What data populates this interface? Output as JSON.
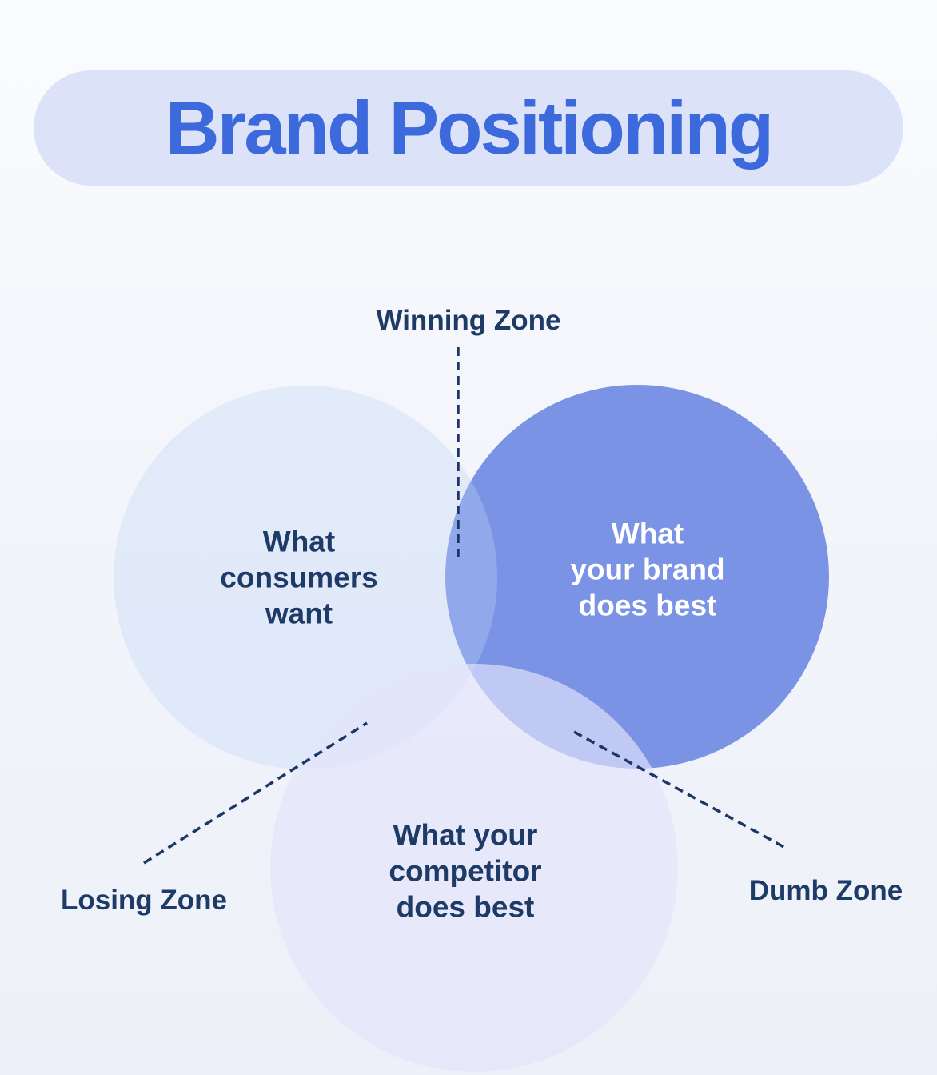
{
  "title": {
    "text": "Brand Positioning"
  },
  "colors": {
    "title_text": "#3C69DC",
    "title_pill_bg": "#DCE2F8",
    "navy_text": "#1E3A66",
    "brand_circle": "#7B93E5",
    "consumers_circle": "#E3ECFA",
    "competitor_circle": "#E8EBFA",
    "overlap_consumers_brand": "#8FA5EA",
    "overlap_brand_competitor": "#BFCAF2",
    "dashed_line": "#1C3765",
    "background_top": "#FBFCFE",
    "background_bottom": "#EDF0F8"
  },
  "venn": {
    "circles": [
      {
        "name": "consumers",
        "lines": [
          "What",
          "consumers",
          "want"
        ]
      },
      {
        "name": "brand",
        "lines": [
          "What",
          "your brand",
          "does best"
        ]
      },
      {
        "name": "competitor",
        "lines": [
          "What your",
          "competitor",
          "does best"
        ]
      }
    ],
    "zones": [
      {
        "name": "winning",
        "label": "Winning Zone"
      },
      {
        "name": "losing",
        "label": "Losing Zone"
      },
      {
        "name": "dumb",
        "label": "Dumb Zone"
      }
    ]
  }
}
